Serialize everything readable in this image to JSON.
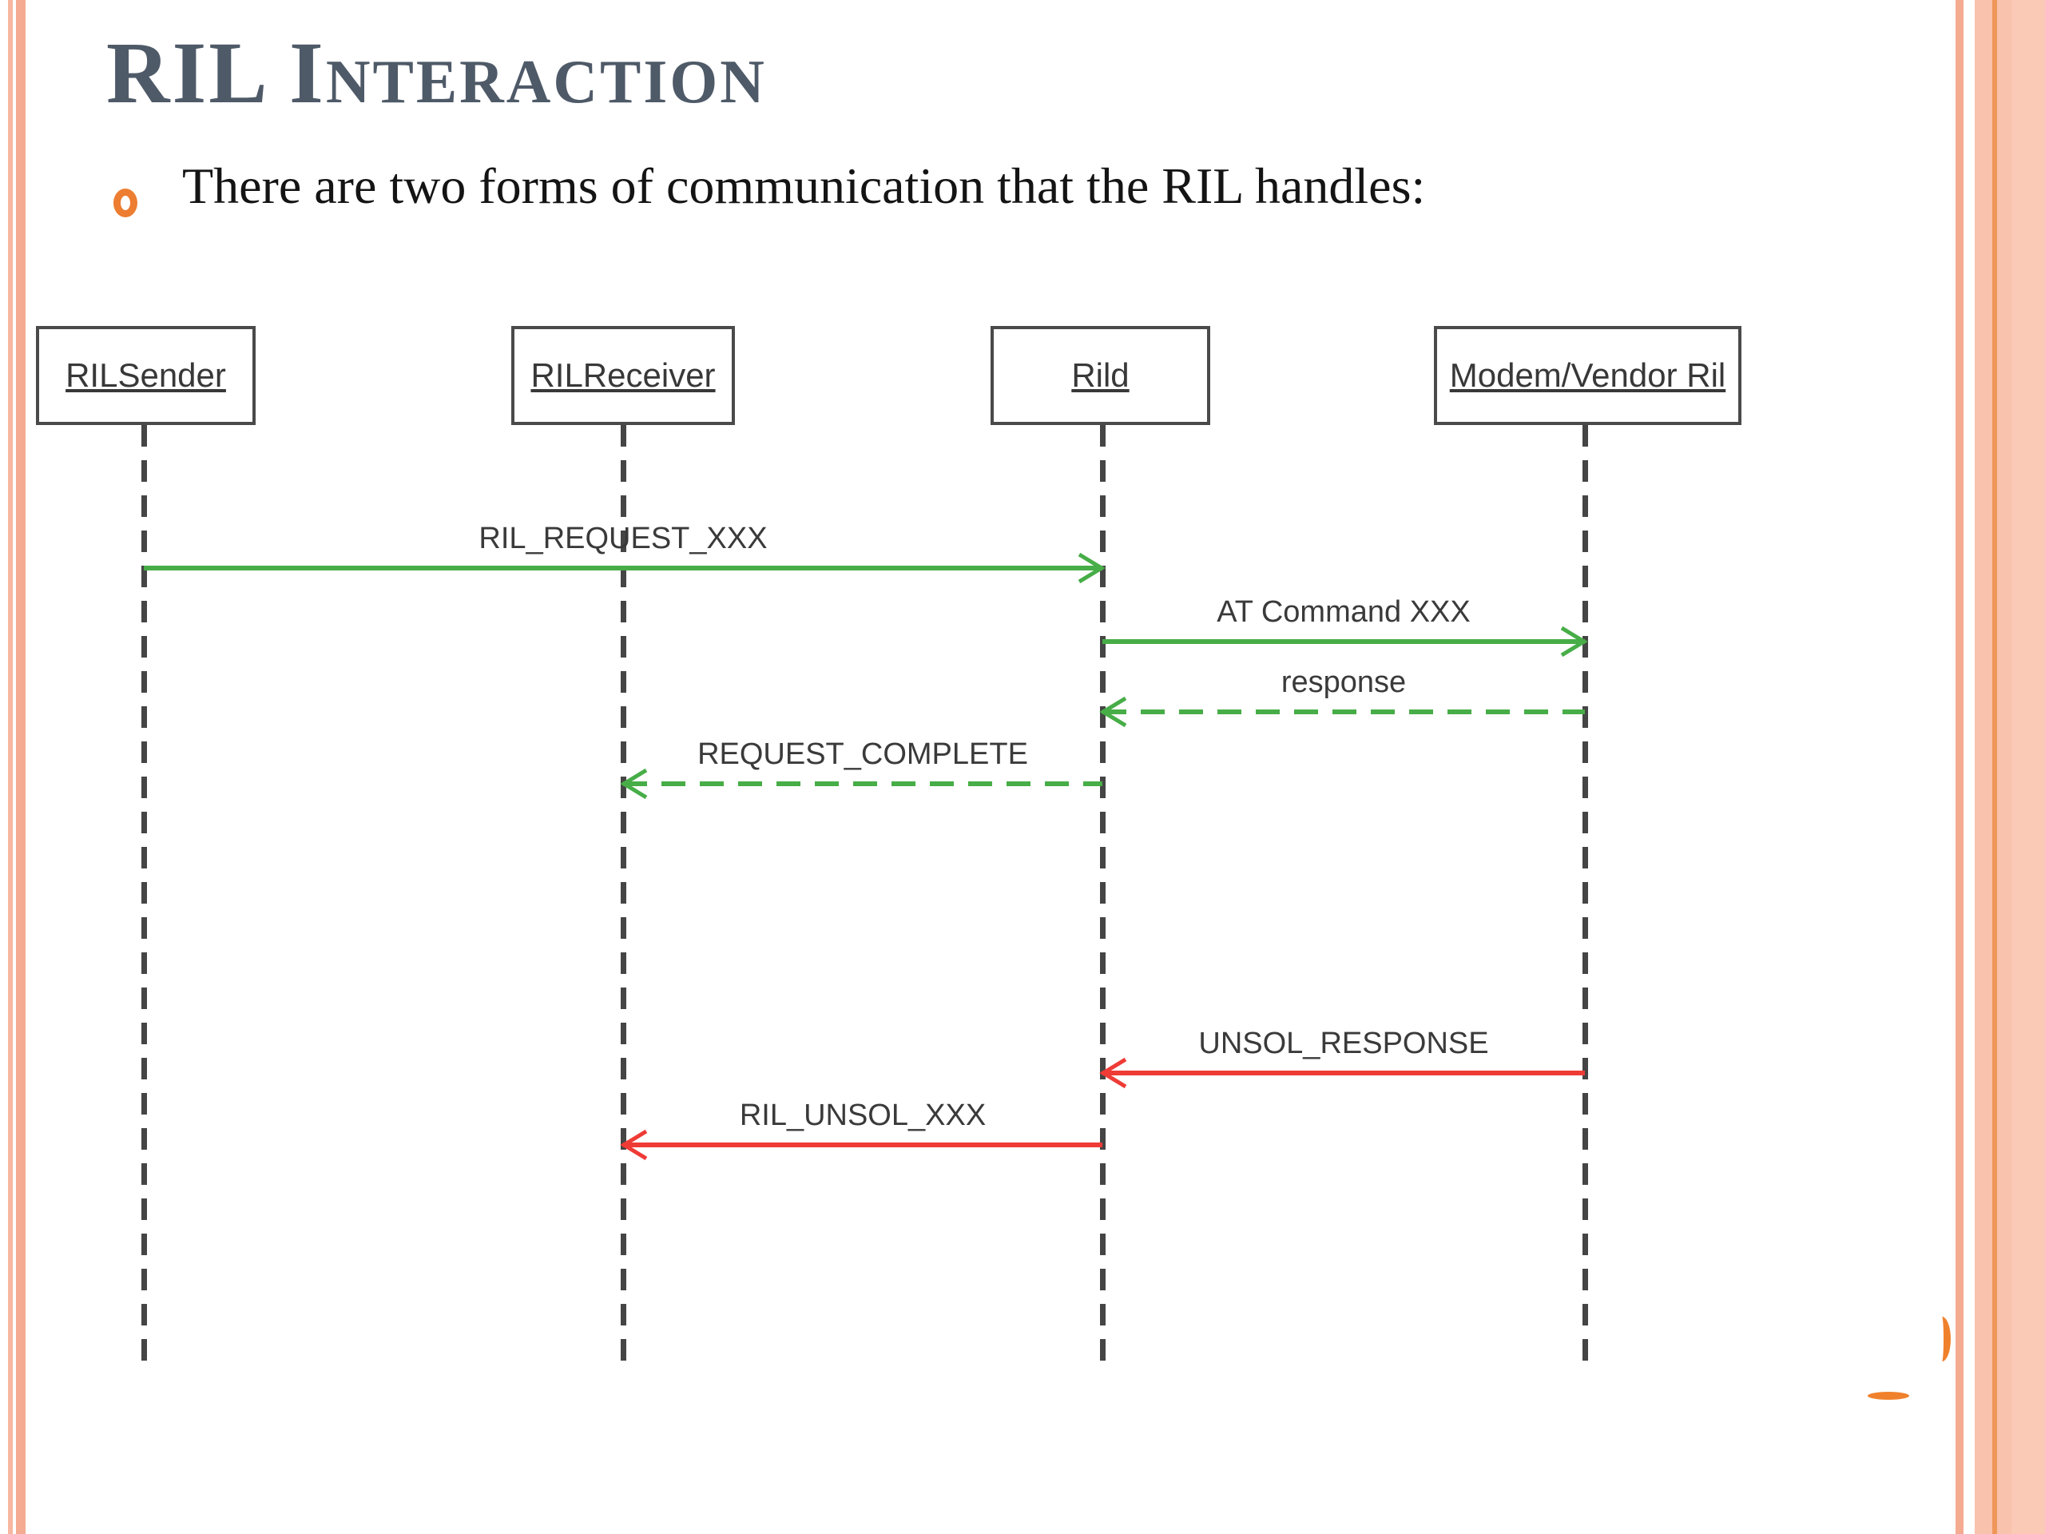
{
  "slide": {
    "title": "RIL Interaction",
    "bullet_text": "There are two forms of communication that the RIL handles:"
  },
  "diagram": {
    "actors": [
      {
        "label": "RILSender"
      },
      {
        "label": "RILReceiver"
      },
      {
        "label": "Rild"
      },
      {
        "label": "Modem/Vendor Ril"
      }
    ],
    "messages": [
      {
        "label": "RIL_REQUEST_XXX",
        "from": "RILSender",
        "to": "Rild",
        "style": "solid",
        "color": "#47ad47",
        "direction": "right"
      },
      {
        "label": "AT Command XXX",
        "from": "Rild",
        "to": "Modem/Vendor Ril",
        "style": "solid",
        "color": "#47ad47",
        "direction": "right"
      },
      {
        "label": "response",
        "from": "Modem/Vendor Ril",
        "to": "Rild",
        "style": "dashed",
        "color": "#47ad47",
        "direction": "left"
      },
      {
        "label": "REQUEST_COMPLETE",
        "from": "Rild",
        "to": "RILReceiver",
        "style": "dashed",
        "color": "#47ad47",
        "direction": "left"
      },
      {
        "label": "UNSOL_RESPONSE",
        "from": "Modem/Vendor Ril",
        "to": "Rild",
        "style": "solid",
        "color": "#ef3b36",
        "direction": "left"
      },
      {
        "label": "RIL_UNSOL_XXX",
        "from": "Rild",
        "to": "RILReceiver",
        "style": "solid",
        "color": "#ef3b36",
        "direction": "left"
      }
    ]
  },
  "colors": {
    "title_text": "#4f5a68",
    "body_text": "#141414",
    "diagram_text": "#3a3a3a",
    "bullet_accent": "#ed7d31",
    "arrow_green": "#47ad47",
    "arrow_red": "#ef3b36",
    "lifeline_gray": "#454545",
    "border_salmon": "#f9c2ac",
    "border_salmon_dark": "#ef9659",
    "deco_orange": "#f0812c"
  }
}
